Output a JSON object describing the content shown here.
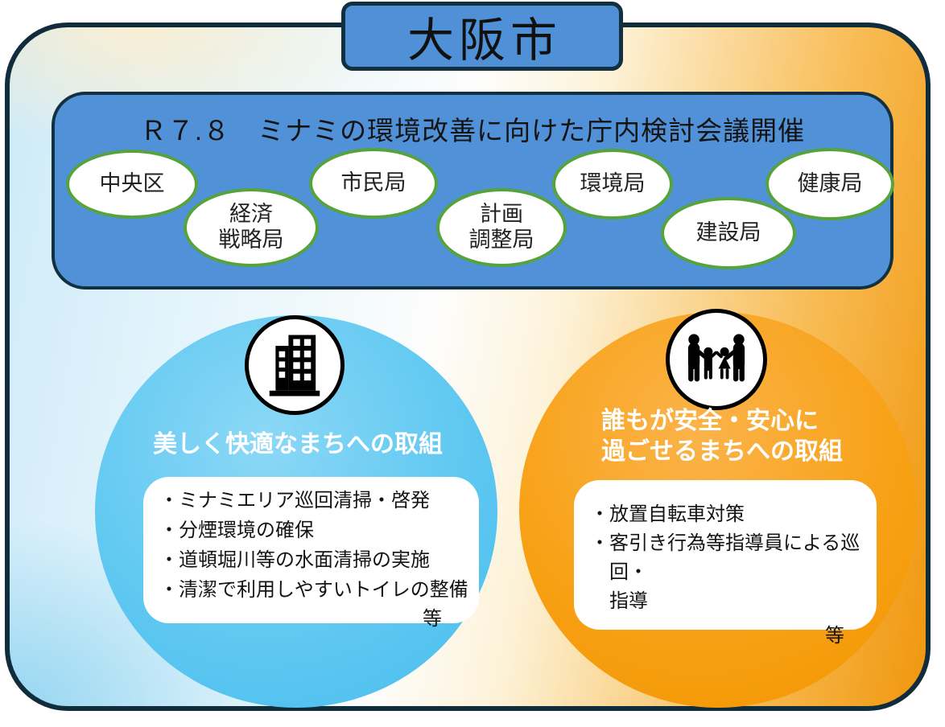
{
  "page": {
    "title": "大阪市"
  },
  "banner": {
    "heading": "Ｒ７.８　ミナミの環境改善に向けた庁内検討会議開催",
    "departments": [
      {
        "line1": "中央区"
      },
      {
        "line1": "経済",
        "line2": "戦略局"
      },
      {
        "line1": "市民局"
      },
      {
        "line1": "計画",
        "line2": "調整局"
      },
      {
        "line1": "環境局"
      },
      {
        "line1": "建設局"
      },
      {
        "line1": "健康局"
      }
    ]
  },
  "left_card": {
    "icon": "building-icon",
    "heading": "美しく快適なまちへの取組",
    "items": [
      "・ミナミエリア巡回清掃・啓発",
      "・分煙環境の確保",
      "・道頓堀川等の水面清掃の実施",
      "・清潔で利用しやすいトイレの整備"
    ],
    "etc_label": "等"
  },
  "right_card": {
    "icon": "family-icon",
    "heading_line1": "誰もが安全・安心に",
    "heading_line2": "過ごせるまちへの取組",
    "items": [
      "・放置自転車対策",
      "・客引き行為等指導員による巡回・\n指導"
    ],
    "etc_label": "等"
  },
  "colors": {
    "frame_border": "#102c3d",
    "banner_blue": "#5191d8",
    "title_box_blue": "#4f90d6",
    "oval_border_green": "#56a33e",
    "circle_blue": "#5ec7f1",
    "circle_orange": "#f7a013",
    "text_black": "#141414",
    "heading_white": "#ffffff"
  }
}
